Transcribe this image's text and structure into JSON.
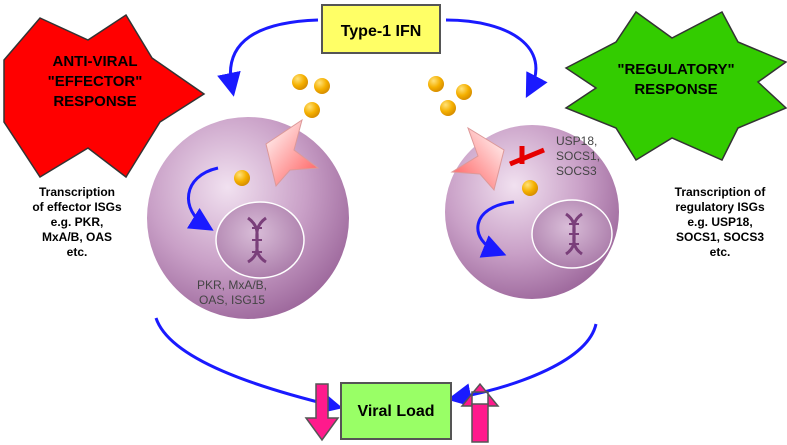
{
  "top_box": {
    "label": "Type-1 IFN"
  },
  "left_star": {
    "lines": [
      "ANTI-VIRAL",
      "\"EFFECTOR\"",
      "RESPONSE"
    ]
  },
  "right_star": {
    "lines": [
      "\"REGULATORY\"",
      "RESPONSE"
    ]
  },
  "left_side_text": {
    "lines": [
      "Transcription",
      "of effector ISGs",
      "e.g. PKR,",
      "MxA/B, OAS",
      "etc."
    ]
  },
  "right_side_text": {
    "lines": [
      "Transcription of",
      "regulatory ISGs",
      "e.g. USP18,",
      "SOCS1, SOCS3",
      "etc."
    ]
  },
  "left_cell_genes": {
    "lines": [
      "PKR, MxA/B,",
      "OAS, ISG15"
    ]
  },
  "right_cell_inhibitors": {
    "lines": [
      "USP18,",
      "SOCS1,",
      "SOCS3"
    ]
  },
  "bottom_box": {
    "label": "Viral Load"
  },
  "colors": {
    "box_yellow": "#ffff66",
    "box_green": "#99ff66",
    "star_red": "#ff0000",
    "star_green": "#33cc00",
    "arrow_blue": "#1a1aff",
    "down_arrow": "#ff1a8c",
    "up_arrow": "#ff1a8c",
    "cell_fill": "#b07aae",
    "dot_orange": "#f5a800",
    "inhibitor_red": "#e60000"
  }
}
